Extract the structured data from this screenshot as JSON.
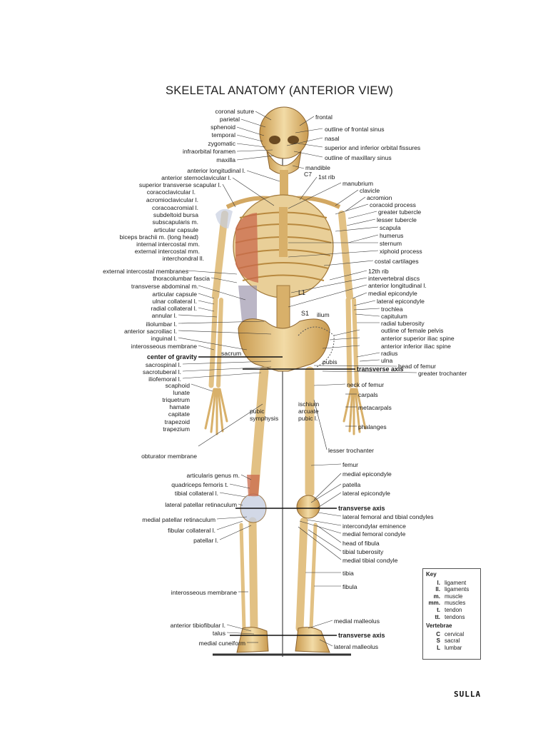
{
  "title": "SKELETAL ANATOMY (ANTERIOR VIEW)",
  "footer": "SULLA",
  "colors": {
    "bone": "#e8c98a",
    "bone_shade": "#c99a4f",
    "muscle": "#c96a4c",
    "line": "#222222"
  },
  "labels_left": [
    "coronal suture",
    "parietal",
    "sphenoid",
    "temporal",
    "zygomatic",
    "infraorbital foramen",
    "maxilla",
    "anterior longitudinal l.",
    "anterior sternoclavicular l.",
    "superior transverse scapular l.",
    "coracoclavicular l.",
    "acromioclavicular l.",
    "coracoacromial l.",
    "subdeltoid bursa",
    "subscapularis m.",
    "articular capsule",
    "biceps brachii m. (long head)",
    "internal intercostal mm.",
    "external intercostal mm.",
    "interchondral ll.",
    "external intercostal membranes",
    "thoracolumbar fascia",
    "transverse abdominal m.",
    "articular capsule",
    "ulnar collateral l.",
    "radial collateral l.",
    "annular l.",
    "iliolumbar l.",
    "anterior sacroiliac l.",
    "inguinal l.",
    "interosseous membrane",
    "center of gravity",
    "sacrospinal l.",
    "sacrotuberal l.",
    "iliofemoral l.",
    "scaphoid",
    "lunate",
    "triquetrum",
    "hamate",
    "capitate",
    "trapezoid",
    "trapezium",
    "obturator membrane",
    "articularis genus m.",
    "quadriceps femoris t.",
    "tibial collateral l.",
    "lateral patellar retinaculum",
    "medial patellar retinaculum",
    "fibular collateral l.",
    "patellar l.",
    "interosseous membrane",
    "anterior tibiofibular l.",
    "talus",
    "medial cuneiform"
  ],
  "labels_right": [
    "frontal",
    "outline of frontal sinus",
    "nasal",
    "superior and inferior orbital fissures",
    "outline of maxillary sinus",
    "mandible",
    "C7",
    "1st rib",
    "manubrium",
    "clavicle",
    "acromion",
    "coracoid process",
    "greater tubercle",
    "lesser tubercle",
    "scapula",
    "humerus",
    "sternum",
    "xiphoid process",
    "costal cartilages",
    "12th rib",
    "intervertebral discs",
    "anterior longitudinal l.",
    "medial epicondyle",
    "lateral epicondyle",
    "trochlea",
    "capitulum",
    "radial tuberosity",
    "outline of female pelvis",
    "anterior superior iliac spine",
    "anterior inferior iliac spine",
    "radius",
    "ulna",
    "head of femur",
    "greater trochanter",
    "neck of femur",
    "carpals",
    "metacarpals",
    "phalanges",
    "lesser trochanter",
    "femur",
    "medial epicondyle",
    "patella",
    "lateral epicondyle",
    "lateral femoral and tibial condyles",
    "intercondylar eminence",
    "medial femoral condyle",
    "head of fibula",
    "tibial tuberosity",
    "medial tibial condyle",
    "tibia",
    "fibula",
    "medial malleolus",
    "lateral malleolus"
  ],
  "labels_center": {
    "l1": "L1",
    "s1": "S1",
    "ilium": "ilium",
    "sacrum": "sacrum",
    "pubis": "pubis",
    "pubic_symphysis": "pubic\nsymphysis",
    "ischium": "ischium",
    "arcuate": "arcuate\npubic l.",
    "transverse_axis_1": "transverse axis",
    "transverse_axis_2": "transverse axis",
    "transverse_axis_3": "transverse axis"
  },
  "key": {
    "heading": "Key",
    "entries": [
      {
        "abbr": "l.",
        "text": "ligament"
      },
      {
        "abbr": "ll.",
        "text": "ligaments"
      },
      {
        "abbr": "m.",
        "text": "muscle"
      },
      {
        "abbr": "mm.",
        "text": "muscles"
      },
      {
        "abbr": "t.",
        "text": "tendon"
      },
      {
        "abbr": "tt.",
        "text": "tendons"
      }
    ],
    "vert_heading": "Vertebrae",
    "vertebrae": [
      {
        "abbr": "C",
        "text": "cervical"
      },
      {
        "abbr": "S",
        "text": "sacral"
      },
      {
        "abbr": "L",
        "text": "lumbar"
      }
    ]
  }
}
